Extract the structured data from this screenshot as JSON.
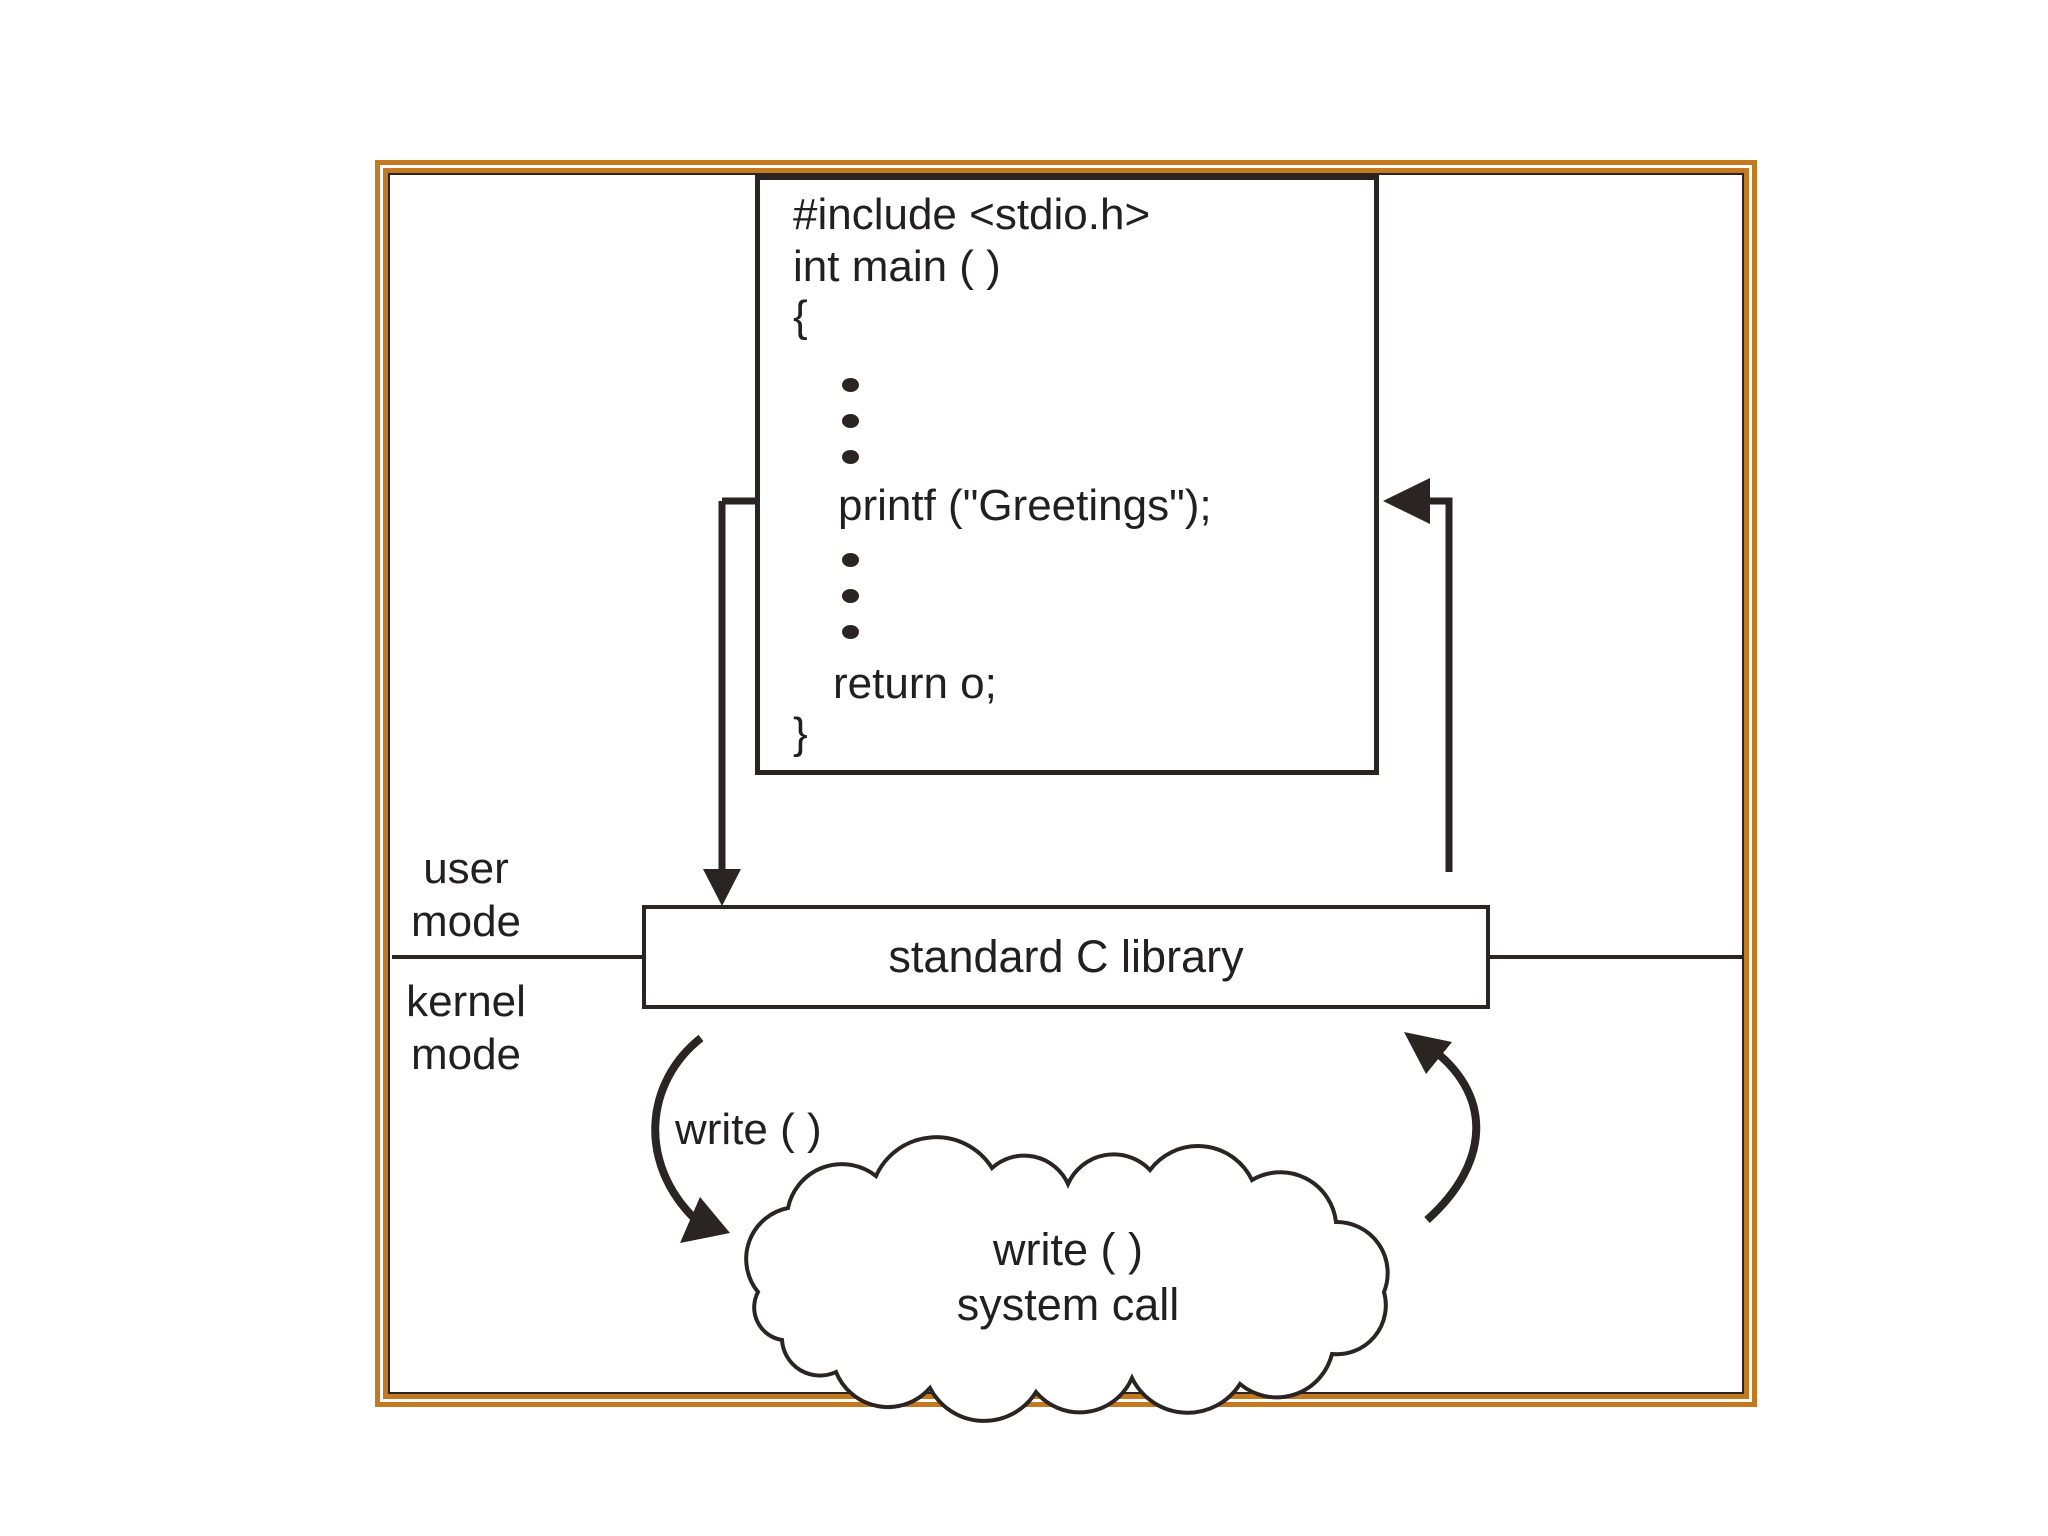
{
  "diagram": {
    "code_box": {
      "lines": [
        "#include <stdio.h>",
        "int main ( )",
        "{",
        "printf (\"Greetings\");",
        "return o;",
        "}"
      ]
    },
    "labels": {
      "user_mode": "user\nmode",
      "kernel_mode": "kernel\nmode",
      "standard_c_library": "standard C library",
      "write_call": "write ( )",
      "cloud": "write ( )\nsystem call"
    },
    "colors": {
      "frame_orange": "#c4781f",
      "ink": "#2a2522",
      "background": "#ffffff"
    }
  }
}
